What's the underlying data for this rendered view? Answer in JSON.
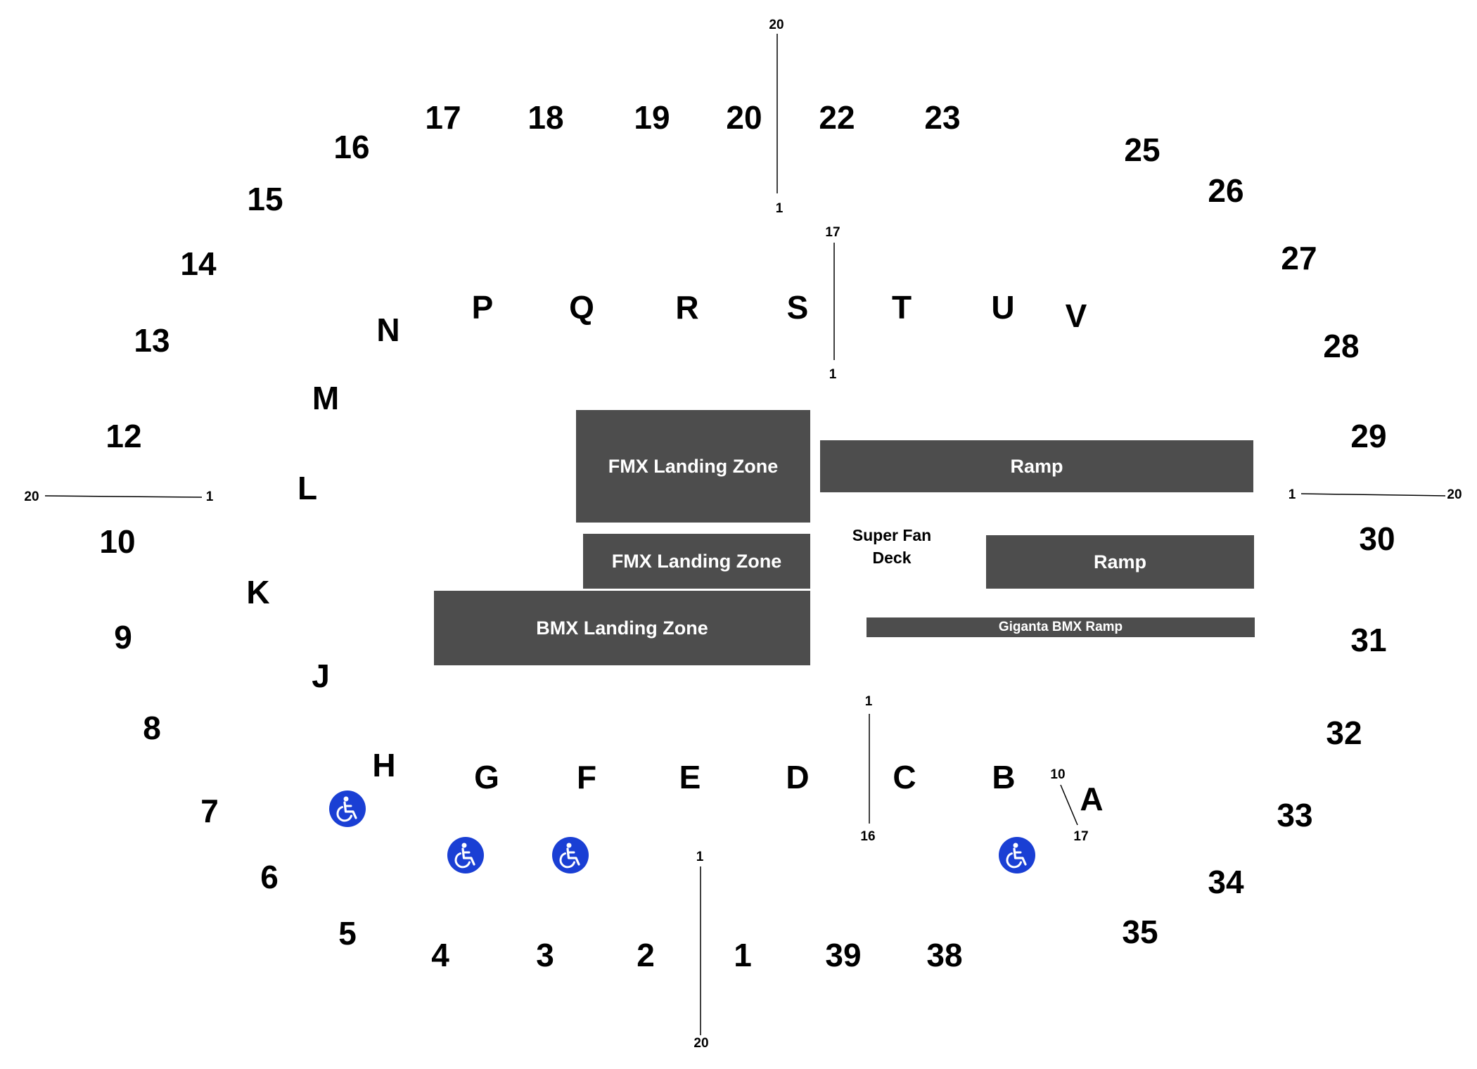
{
  "sections": {
    "17": "17",
    "18": "18",
    "19": "19",
    "20": "20",
    "22": "22",
    "23": "23",
    "16": "16",
    "15": "15",
    "14": "14",
    "13": "13",
    "12": "12",
    "10": "10",
    "9": "9",
    "8": "8",
    "7": "7",
    "6": "6",
    "5": "5",
    "4": "4",
    "3": "3",
    "2": "2",
    "1": "1",
    "39": "39",
    "38": "38",
    "35": "35",
    "34": "34",
    "33": "33",
    "32": "32",
    "31": "31",
    "30": "30",
    "29": "29",
    "28": "28",
    "27": "27",
    "26": "26",
    "25": "25"
  },
  "rows": {
    "N": "N",
    "P": "P",
    "Q": "Q",
    "R": "R",
    "S": "S",
    "T": "T",
    "U": "U",
    "V": "V",
    "M": "M",
    "L": "L",
    "K": "K",
    "J": "J",
    "H": "H",
    "G": "G",
    "F": "F",
    "E": "E",
    "D": "D",
    "C": "C",
    "B": "B",
    "A": "A"
  },
  "seat_markers": {
    "top_high": "20",
    "top_low": "1",
    "st_high": "17",
    "st_low": "1",
    "left_outer": "20",
    "left_inner": "1",
    "right_inner": "1",
    "right_outer": "20",
    "dc_top": "1",
    "dc_bottom": "16",
    "a_top": "10",
    "a_bottom": "17",
    "bottom_top": "1",
    "bottom_low": "20"
  },
  "features": {
    "fmx_zone_1": "FMX Landing Zone",
    "fmx_zone_2": "FMX Landing Zone",
    "bmx_zone": "BMX Landing Zone",
    "ramp_1": "Ramp",
    "ramp_2": "Ramp",
    "giganta_ramp": "Giganta BMX Ramp",
    "super_fan_deck_line1": "Super Fan",
    "super_fan_deck_line2": "Deck"
  },
  "colors": {
    "feature_fill": "#4d4d4d",
    "feature_text": "#ffffff",
    "accessible_icon": "#1a3fd4"
  },
  "icons": {
    "accessible": "wheelchair-icon"
  }
}
